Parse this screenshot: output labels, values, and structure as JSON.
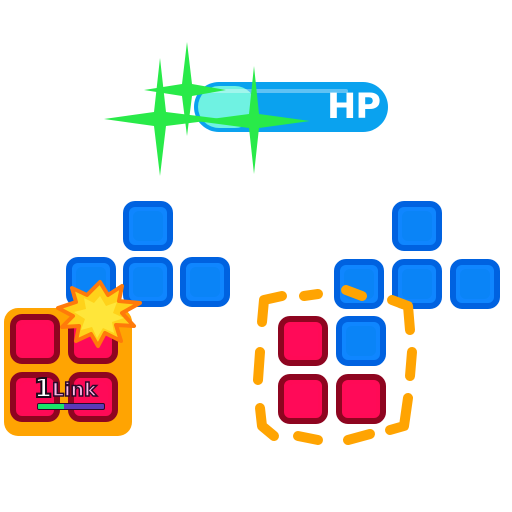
{
  "hp": {
    "label": "HP",
    "fill_fraction": 0.3,
    "colors": {
      "bar": "#0aa2ef",
      "fill": "#6ff2e2",
      "text": "#ffffff"
    }
  },
  "sparkle": {
    "color": "#29ea49"
  },
  "link_badge": {
    "count": "1",
    "text": "Link",
    "progress_fraction": 0.4,
    "colors": {
      "progress": "#19e66a",
      "track": "#5a3ab8"
    }
  },
  "impact": {
    "icon": "burst-icon",
    "color": "#ffd21a"
  },
  "selection": {
    "color": "#ffa402"
  },
  "palette": {
    "blue": "#0f86ff",
    "blue_border": "#0062e0",
    "red": "#ff0a56",
    "red_border": "#8e0520"
  }
}
